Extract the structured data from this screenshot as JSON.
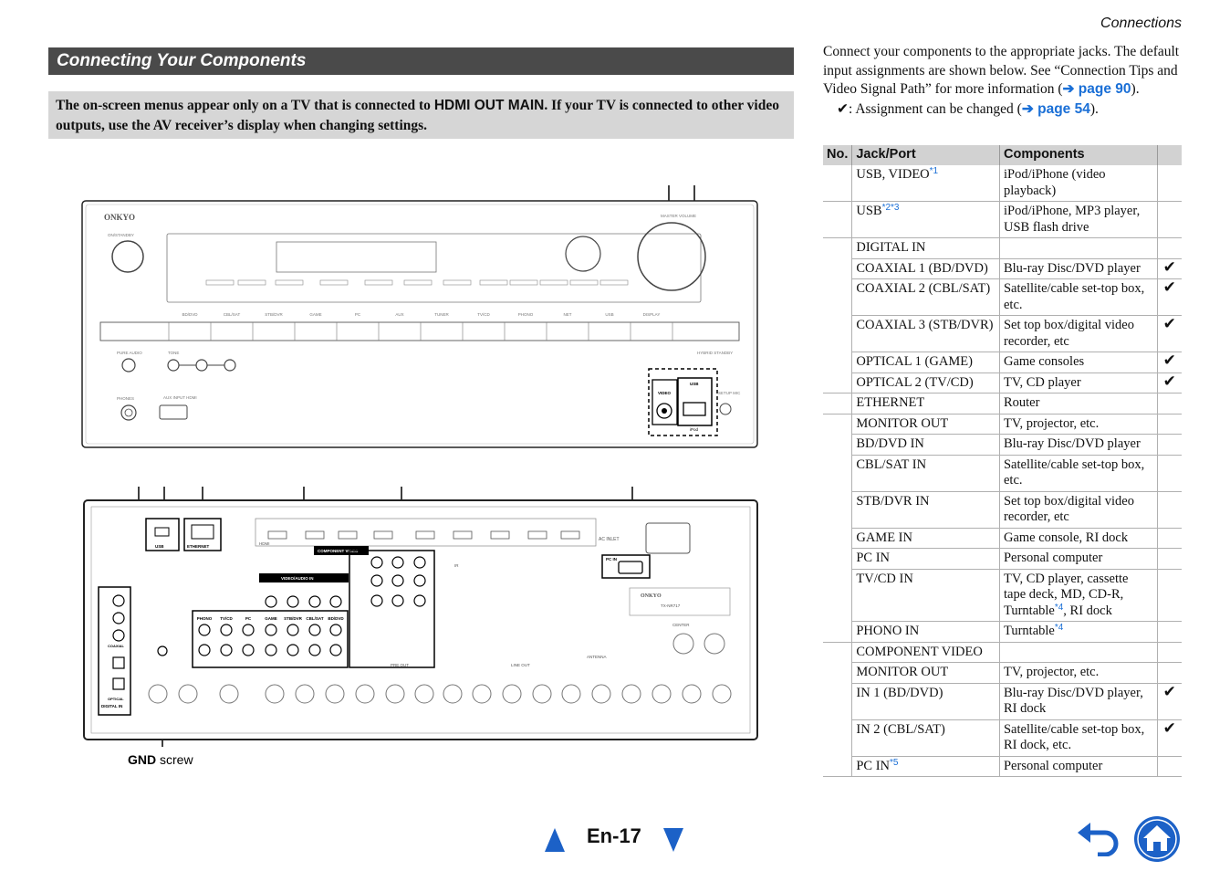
{
  "header": {
    "section": "Connections"
  },
  "title": "Connecting Your Components",
  "notice": {
    "part1": "The on-screen menus appear only on a TV that is connected to ",
    "keyword": "HDMI OUT MAIN",
    "part2": ". If your TV is connected to other video outputs, use the AV receiver’s display when changing settings."
  },
  "intro": {
    "text": "Connect your components to the appropriate jacks. The default input assignments are shown below. See “Connection Tips and Video Signal Path” for more information (",
    "link": "➔ page 90",
    "end": ").",
    "note_prefix": "✔: Assignment can be changed (",
    "note_link": "➔ page 54",
    "note_end": ")."
  },
  "table": {
    "headers": [
      "No.",
      "Jack/Port",
      "Components",
      ""
    ],
    "check": "✔",
    "rows": [
      {
        "jack": "USB, VIDEO",
        "sup": "*1",
        "comp": "iPod/iPhone (video playback)",
        "chk": false,
        "group": false
      },
      {
        "jack": "USB",
        "sup": "*2*3",
        "comp": "iPod/iPhone, MP3 player, USB flash drive",
        "chk": false,
        "group": false
      },
      {
        "jack": "DIGITAL IN",
        "sup": "",
        "comp": "",
        "chk": false,
        "group": true
      },
      {
        "jack": "COAXIAL 1 (BD/DVD)",
        "sup": "",
        "comp": "Blu-ray Disc/DVD player",
        "chk": true,
        "group": true
      },
      {
        "jack": "COAXIAL 2 (CBL/SAT)",
        "sup": "",
        "comp": "Satellite/cable set-top box, etc.",
        "chk": true,
        "group": true
      },
      {
        "jack": "COAXIAL 3 (STB/DVR)",
        "sup": "",
        "comp": "Set top box/digital video recorder, etc",
        "chk": true,
        "group": true
      },
      {
        "jack": "OPTICAL 1 (GAME)",
        "sup": "",
        "comp": "Game consoles",
        "chk": true,
        "group": true
      },
      {
        "jack": "OPTICAL 2 (TV/CD)",
        "sup": "",
        "comp": "TV, CD player",
        "chk": true,
        "group": false
      },
      {
        "jack": "ETHERNET",
        "sup": "",
        "comp": "Router",
        "chk": false,
        "group": false
      },
      {
        "jack": "MONITOR OUT",
        "sup": "",
        "comp": "TV, projector, etc.",
        "chk": false,
        "group": true
      },
      {
        "jack": "BD/DVD IN",
        "sup": "",
        "comp": "Blu-ray Disc/DVD player",
        "chk": false,
        "group": true
      },
      {
        "jack": "CBL/SAT IN",
        "sup": "",
        "comp": "Satellite/cable set-top box, etc.",
        "chk": false,
        "group": true
      },
      {
        "jack": "STB/DVR IN",
        "sup": "",
        "comp": "Set top box/digital video recorder, etc",
        "chk": false,
        "group": true
      },
      {
        "jack": "GAME IN",
        "sup": "",
        "comp": "Game console, RI dock",
        "chk": false,
        "group": true
      },
      {
        "jack": "PC IN",
        "sup": "",
        "comp": "Personal computer",
        "chk": false,
        "group": true
      },
      {
        "jack": "TV/CD IN",
        "sup": "",
        "comp": "TV, CD player, cassette tape deck, MD, CD-R, Turntable*4, RI dock",
        "chk": false,
        "group": true
      },
      {
        "jack": "PHONO IN",
        "sup": "",
        "comp": "Turntable*4",
        "chk": false,
        "group": false
      },
      {
        "jack": "COMPONENT VIDEO",
        "sup": "",
        "comp": "",
        "chk": false,
        "group": true
      },
      {
        "jack": "MONITOR OUT",
        "sup": "",
        "comp": "TV, projector, etc.",
        "chk": false,
        "group": true
      },
      {
        "jack": "IN 1 (BD/DVD)",
        "sup": "",
        "comp": "Blu-ray Disc/DVD player, RI dock",
        "chk": true,
        "group": true
      },
      {
        "jack": "IN 2 (CBL/SAT)",
        "sup": "",
        "comp": "Satellite/cable set-top box, RI dock, etc.",
        "chk": true,
        "group": true
      },
      {
        "jack": "PC IN",
        "sup": "*5",
        "comp": "Personal computer",
        "chk": false,
        "group": false
      }
    ]
  },
  "diagram": {
    "brand": "ONKYO",
    "model": "TX-NR717",
    "front_labels": {
      "standby": "ON/STANDBY",
      "master_volume": "MASTER VOLUME",
      "inputs": [
        "BD/DVD",
        "CBL/SAT",
        "STB/DVR",
        "GAME",
        "PC",
        "AUX",
        "TUNER",
        "TV/CD",
        "PHONO",
        "NET",
        "USB",
        "DISPLAY"
      ],
      "pure_audio": "PURE AUDIO",
      "tone": "TONE",
      "phones": "PHONES",
      "hybrid_standby": "HYBRID STANDBY",
      "video": "VIDEO",
      "usb": "USB",
      "ipod": "iPod",
      "setup_mic": "SETUP MIC",
      "aux_input": "AUX INPUT HDMI"
    },
    "rear_labels": {
      "usb": "USB",
      "ethernet": "ETHERNET",
      "video_audio_in": "VIDEO/AUDIO IN",
      "component_video": "COMPONENT VIDEO",
      "pc_in": "PC IN",
      "ac_inlet": "AC INLET",
      "digital_in": "DIGITAL IN",
      "coaxial": "COAXIAL",
      "optical": "OPTICAL",
      "antenna": "ANTENNA",
      "center": "CENTER",
      "pre_out": "PRE OUT",
      "line_out": "LINE OUT",
      "ir": "IR",
      "hdmi": "HDMI",
      "av_jacks": [
        "PHONO",
        "TV/CD",
        "PC",
        "GAME",
        "STB/DVR",
        "CBL/SAT",
        "BD/DVD"
      ]
    },
    "gnd_bold": "GND",
    "gnd_rest": " screw"
  },
  "footer": {
    "page": "En-17"
  },
  "colors": {
    "accent": "#1c61c7",
    "title_bg": "#4a4a4a",
    "notice_bg": "#d6d6d6",
    "table_header": "#d2d2d2"
  }
}
